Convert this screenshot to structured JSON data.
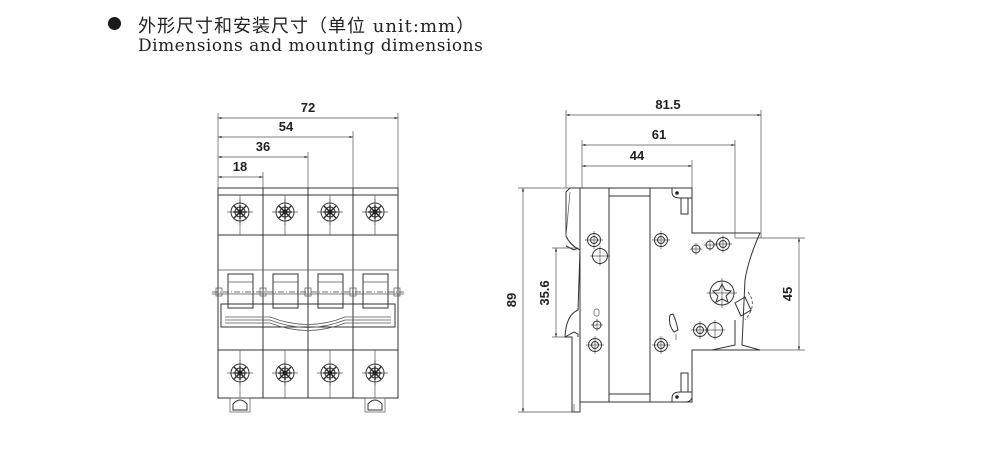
{
  "header": {
    "bullet_icon": "filled-circle",
    "title_cn": "外形尺寸和安装尺寸（单位 unit:mm）",
    "title_en": "Dimensions and mounting dimensions"
  },
  "front_view": {
    "poles": 4,
    "dimensions": {
      "d18": "18",
      "d36": "36",
      "d54": "54",
      "d72": "72"
    }
  },
  "side_view": {
    "dimensions": {
      "d44": "44",
      "d61": "61",
      "d81_5": "81.5",
      "d89": "89",
      "d35_6": "35.6",
      "d45": "45"
    }
  }
}
